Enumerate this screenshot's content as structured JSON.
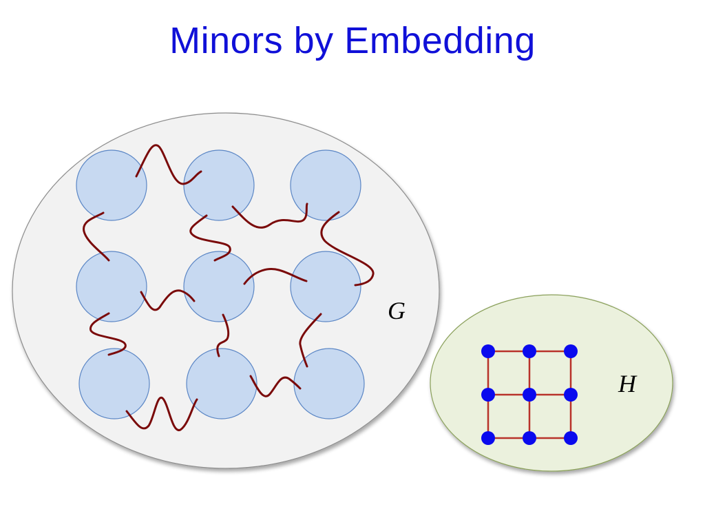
{
  "slide": {
    "title": "Minors by Embedding",
    "title_color": "#1010d8"
  },
  "graph_g": {
    "label": "G",
    "fill": "#f2f2f2",
    "stroke": "#8c8c8c",
    "blob_fill": "#c7d9f1",
    "blob_stroke": "#5b86c5",
    "path_color": "#7a0a0a"
  },
  "graph_h": {
    "label": "H",
    "fill": "#ebf1dd",
    "stroke": "#8aa05a",
    "node_color": "#0a0aee",
    "edge_color": "#b8322a"
  }
}
